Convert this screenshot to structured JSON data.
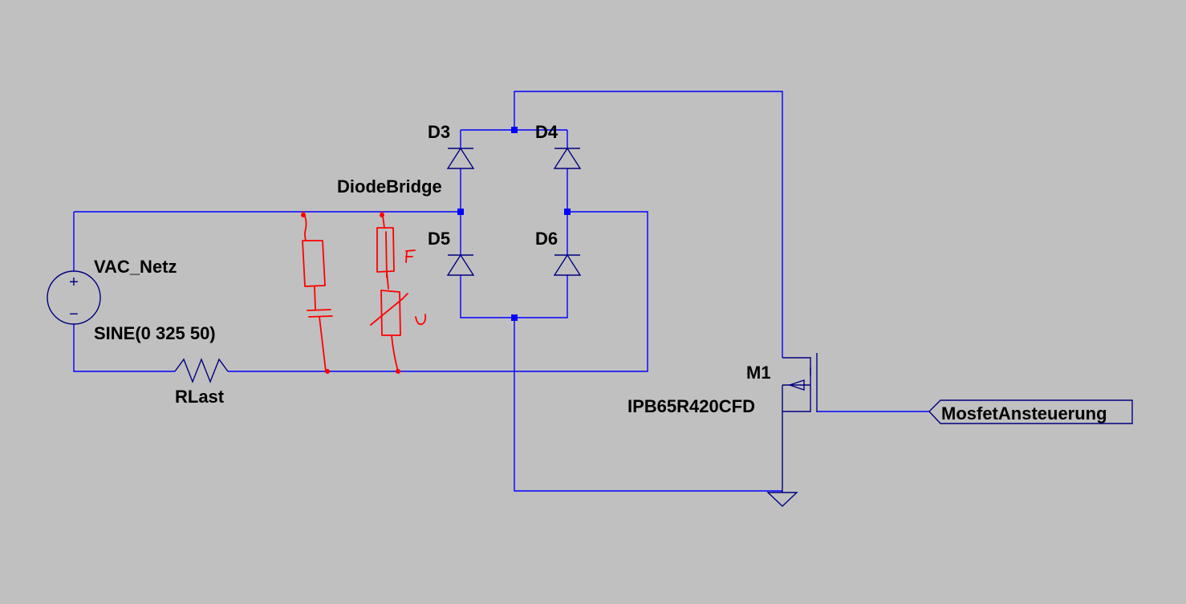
{
  "colors": {
    "background": "#c0c0c0",
    "wire": "#0000ff",
    "component": "#000080",
    "text": "#000000",
    "handdrawn": "#ff0000"
  },
  "labels": {
    "d3": "D3",
    "d4": "D4",
    "d5": "D5",
    "d6": "D6",
    "bridge": "DiodeBridge",
    "source_name": "VAC_Netz",
    "source_value": "SINE(0 325 50)",
    "load_resistor": "RLast",
    "mosfet_name": "M1",
    "mosfet_value": "IPB65R420CFD",
    "net_label": "MosfetAnsteuerung",
    "source_plus": "+",
    "source_minus": "−"
  },
  "annotations": {
    "fuse_mark": "F",
    "varistor_mark": "U"
  }
}
